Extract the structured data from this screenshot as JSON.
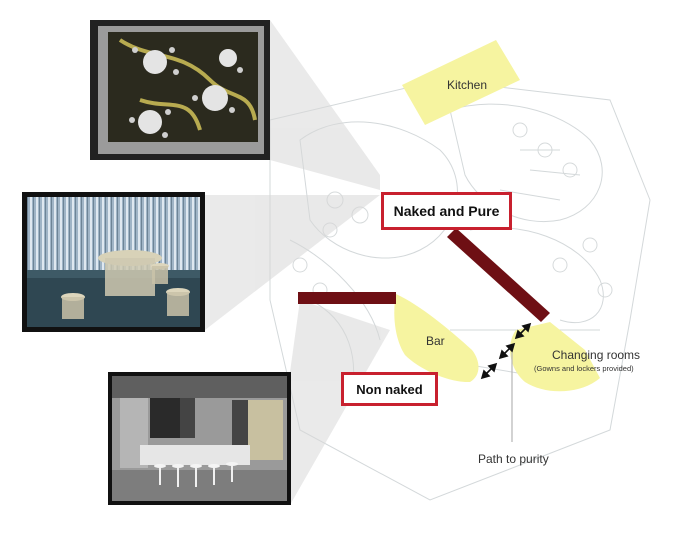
{
  "zones": {
    "kitchen": "Kitchen",
    "naked_and_pure": "Naked and Pure",
    "bar": "Bar",
    "non_naked": "Non naked",
    "changing_rooms": "Changing rooms",
    "changing_rooms_note": "(Gowns and lockers provided)",
    "path": "Path to purity"
  },
  "colors": {
    "zone_fill": "#f6f4a0",
    "wall": "#6e0f14",
    "highlight_border": "#c8202e",
    "projection": "#d9d9d9"
  },
  "thumbnails": [
    {
      "name": "plan-view-render",
      "subject": "top-down seating layout"
    },
    {
      "name": "pool-seating-render",
      "subject": "table and stools in water"
    },
    {
      "name": "bar-interior-render",
      "subject": "bar counter with stools"
    }
  ]
}
